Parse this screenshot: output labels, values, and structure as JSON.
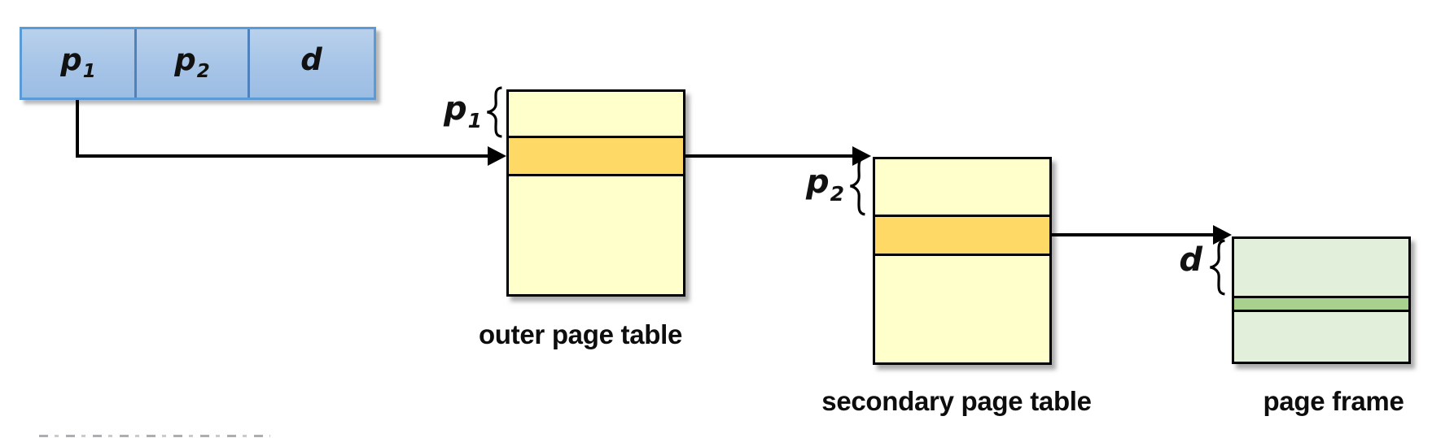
{
  "address_box": {
    "cells": [
      {
        "base": "p",
        "sub": "1"
      },
      {
        "base": "p",
        "sub": "2"
      },
      {
        "base": "d",
        "sub": ""
      }
    ]
  },
  "outer_table": {
    "caption": "outer page table",
    "pointer": {
      "base": "p",
      "sub": "1"
    }
  },
  "secondary_table": {
    "caption": "secondary page table",
    "pointer": {
      "base": "p",
      "sub": "2"
    }
  },
  "page_frame": {
    "caption": "page frame",
    "pointer": {
      "base": "d",
      "sub": ""
    }
  },
  "colors": {
    "address_fill": "#a9c7e8",
    "address_border": "#5b9bd5",
    "table_fill": "#ffffcc",
    "table_highlight": "#ffd966",
    "frame_fill": "#e2efda",
    "frame_highlight": "#a9d18e",
    "line": "#000000"
  }
}
